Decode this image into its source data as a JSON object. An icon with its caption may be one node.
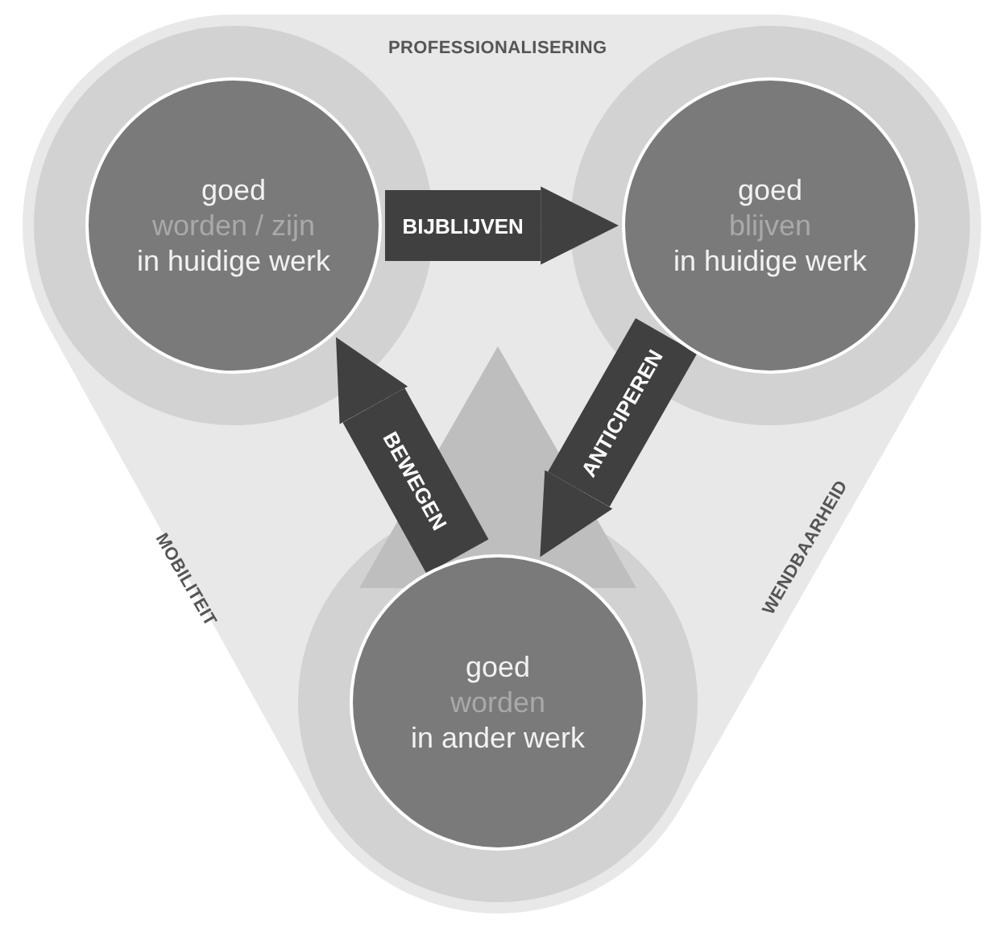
{
  "diagram": {
    "nodes": [
      {
        "text": [
          "goed",
          "worden / zijn",
          "in huidige werk"
        ]
      },
      {
        "text": [
          "goed",
          "blijven",
          "in huidige werk"
        ]
      },
      {
        "text": [
          "goed",
          "worden",
          "in ander werk"
        ]
      }
    ],
    "edges": [
      {
        "from": 0,
        "to": 1,
        "arrow": "to",
        "label": "BIJBLIJVEN"
      },
      {
        "from": 1,
        "to": 2,
        "arrow": "to",
        "label": "ANTICIPEREN"
      },
      {
        "from": 2,
        "to": 0,
        "arrow": "to",
        "label": "BEWEGEN"
      }
    ],
    "labels": [
      "PROFESSIONALISERING",
      "MOBILITEIT",
      "WENDBAARHEID"
    ]
  }
}
